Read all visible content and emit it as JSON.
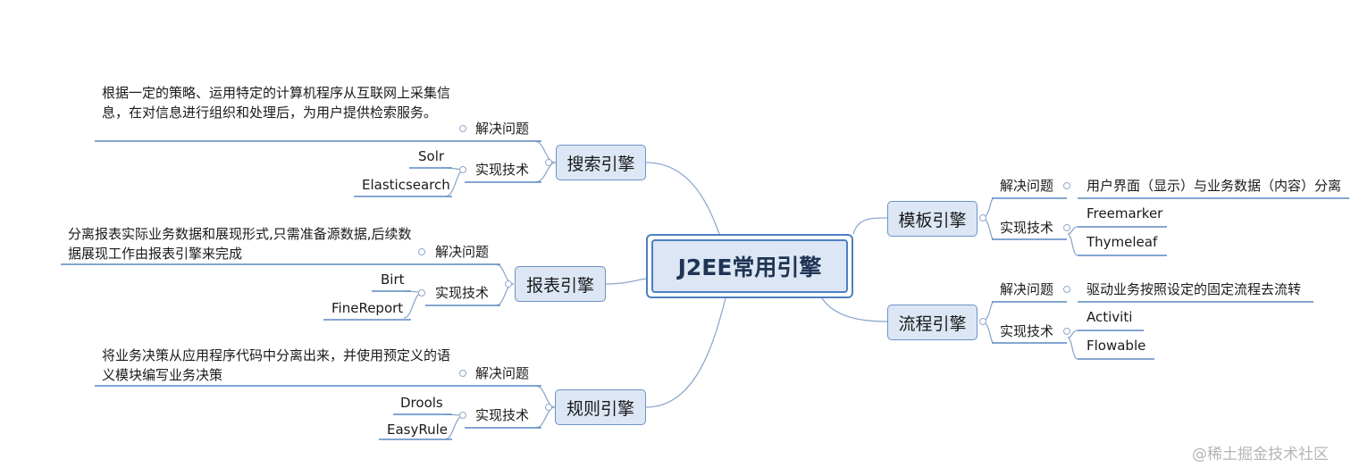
{
  "root": {
    "title": "J2EE常用引擎"
  },
  "branches": {
    "search": {
      "title": "搜索引擎",
      "problem_label": "解决问题",
      "problem_text": "根据一定的策略、运用特定的计算机程序从互联网上采集信息，在对信息进行组织和处理后，为用户提供检索服务。",
      "tech_label": "实现技术",
      "techs": [
        "Solr",
        "Elasticsearch"
      ]
    },
    "report": {
      "title": "报表引擎",
      "problem_label": "解决问题",
      "problem_text": "分离报表实际业务数据和展现形式,只需准备源数据,后续数据展现工作由报表引擎来完成",
      "tech_label": "实现技术",
      "techs": [
        "Birt",
        "FineReport"
      ]
    },
    "rule": {
      "title": "规则引擎",
      "problem_label": "解决问题",
      "problem_text": "将业务决策从应用程序代码中分离出来，并使用预定义的语义模块编写业务决策",
      "tech_label": "实现技术",
      "techs": [
        "Drools",
        "EasyRule"
      ]
    },
    "template": {
      "title": "模板引擎",
      "problem_label": "解决问题",
      "problem_text": "用户界面（显示）与业务数据（内容）分离",
      "tech_label": "实现技术",
      "techs": [
        "Freemarker",
        "Thymeleaf"
      ]
    },
    "process": {
      "title": "流程引擎",
      "problem_label": "解决问题",
      "problem_text": "驱动业务按照设定的固定流程去流转",
      "tech_label": "实现技术",
      "techs": [
        "Activiti",
        "Flowable"
      ]
    }
  },
  "watermark": "@稀土掘金技术社区",
  "colors": {
    "link": "#8fa9cc",
    "underline": "#5b87c4",
    "branch_fill": "#dce6f4",
    "root_border": "#4d7fbf"
  }
}
